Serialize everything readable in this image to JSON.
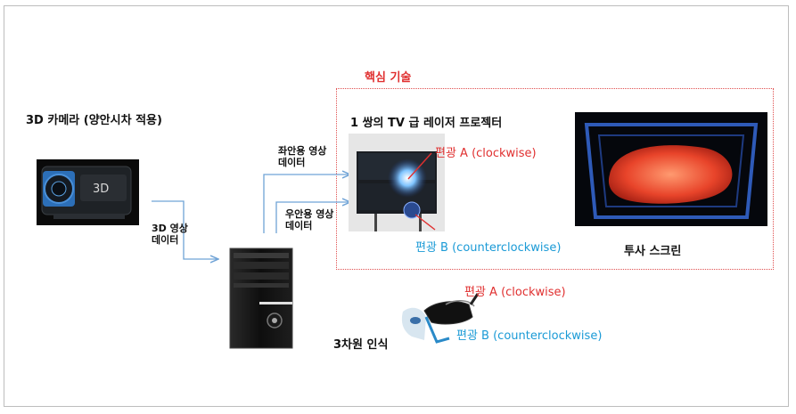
{
  "core": {
    "title": "핵심 기술"
  },
  "camera": {
    "label": "3D 카메라 (양안시차 적용)",
    "brand_mark": "3D"
  },
  "video_data": {
    "line1": "3D 영상",
    "line2": "데이터"
  },
  "left_eye": {
    "line1": "좌안용 영상",
    "line2": "데이터"
  },
  "right_eye": {
    "line1": "우안용 영상",
    "line2": "데이터"
  },
  "projector": {
    "title": "1 쌍의 TV 급 레이저 프로젝터",
    "polar_a": "편광 A (clockwise)",
    "polar_b": "편광 B (counterclockwise)"
  },
  "screen": {
    "label": "투사 스크린"
  },
  "glasses": {
    "polar_a": "편광 A (clockwise)",
    "polar_b": "편광 B (counterclockwise)",
    "recognition": "3차원 인식"
  },
  "colors": {
    "red": "#e03030",
    "blue": "#1a9ad6",
    "arrow": "#6fa3d6"
  }
}
